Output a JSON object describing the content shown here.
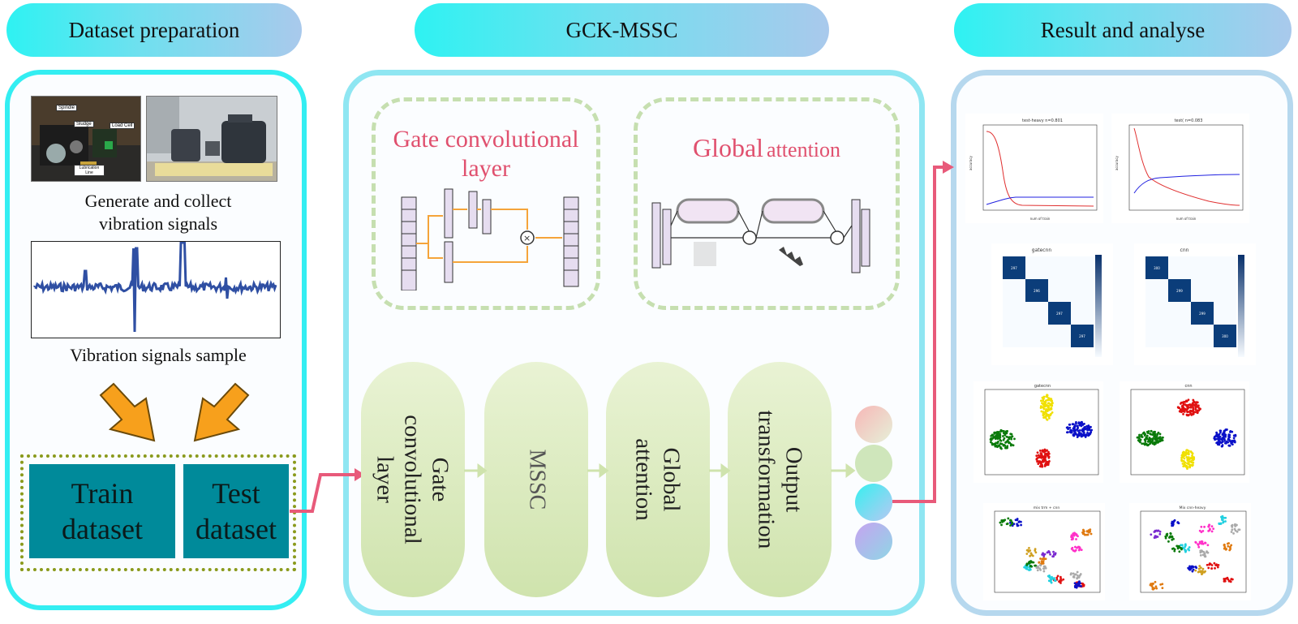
{
  "headers": {
    "left": "Dataset preparation",
    "middle": "GCK-MSSC",
    "right": "Result and analyse"
  },
  "left_panel": {
    "photo1_labels": [
      "Spindle",
      "Sludge",
      "Load Cell",
      "Lubrication Line"
    ],
    "caption_generate": "Generate and collect vibration signals",
    "caption_sample": "Vibration signals sample",
    "train_label": "Train\ndataset",
    "test_label": "Test\ndataset"
  },
  "middle_panel": {
    "gate_title": "Gate convolutional\nlayer",
    "attention_title_big": "Global",
    "attention_title_small": "attention",
    "pipeline": [
      "Gate\nconvolutional\nlayer",
      "MSSC",
      "Global\nattention",
      "Output\ntransformation"
    ]
  },
  "right_panel": {
    "row1": [
      {
        "title": "test-heavy n=0.801",
        "ylabel": "accuracy",
        "xlabel": "num of train"
      },
      {
        "title": "test( n=0.083",
        "ylabel": "accuracy",
        "xlabel": "num of train"
      }
    ],
    "row2": [
      {
        "title": "gatecnn",
        "diag": [
          "297",
          "296",
          "297",
          "297"
        ]
      },
      {
        "title": "cnn",
        "diag": [
          "300",
          "299",
          "299",
          "300"
        ]
      }
    ],
    "row3": [
      {
        "title": "gatecnn"
      },
      {
        "title": "cnn"
      }
    ],
    "row4": [
      {
        "title": "mix trm + cnn"
      },
      {
        "title": "Mix cnn-heavy"
      }
    ]
  },
  "colors": {
    "accent": "#2ef2f2",
    "arrow": "#e85a7a",
    "dataset_fill": "#008a9a",
    "pill_fill": "#d8eabb",
    "title_pink": "#e0506e"
  }
}
